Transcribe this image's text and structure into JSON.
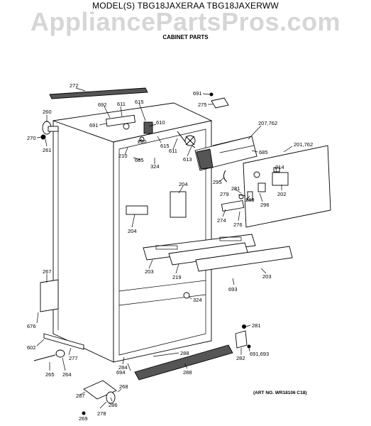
{
  "header": {
    "model_line": "MODEL(S) TBG18JAXERAA  TBG18JAXERWW",
    "section": "CABINET PARTS",
    "watermark": "AppliancePartsPros.com"
  },
  "art_no": "(ART NO. WR18106 C18)",
  "callouts": {
    "c272": "272",
    "c260": "260",
    "c270": "270",
    "c261": "261",
    "c692": "692",
    "c611a": "611",
    "c615a": "615",
    "c691a": "691",
    "c610": "610",
    "c280": "280",
    "c210": "210",
    "c615b": "615",
    "c611b": "611",
    "c685a": "685",
    "c324a": "324",
    "c613": "613",
    "c691b": "691",
    "c275": "275",
    "c207": "207,762",
    "c685b": "685",
    "c201": "201,762",
    "c214": "214",
    "c295": "295",
    "c281a": "281",
    "c279": "279",
    "c289": "289",
    "c202": "202",
    "c296": "296",
    "c274": "274",
    "c276": "276",
    "c204a": "204",
    "c204b": "204",
    "c203a": "203",
    "c219": "219",
    "c203b": "203",
    "c693": "693",
    "c267": "267",
    "c324b": "324",
    "c676": "676",
    "c602": "602",
    "c277": "277",
    "c281b": "281",
    "c282": "282",
    "c691c": "691,693",
    "c288a": "288",
    "c284": "284",
    "c694": "694",
    "c265": "265",
    "c264": "264",
    "c288b": "288",
    "c287": "287",
    "c286": "286",
    "c268": "268",
    "c278": "278",
    "c269": "269"
  }
}
